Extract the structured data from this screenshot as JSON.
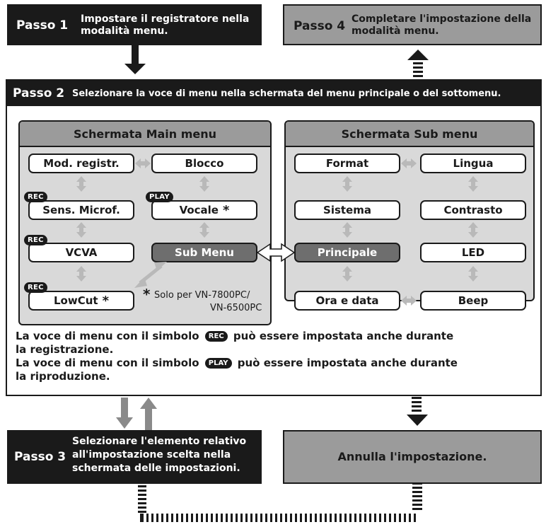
{
  "steps": {
    "step1": {
      "label": "Passo 1",
      "text_line1": "Impostare il registratore nella",
      "text_line2": "modalità menu."
    },
    "step4": {
      "label": "Passo 4",
      "text_line1": "Completare l'impostazione della",
      "text_line2": "modalità menu."
    },
    "step2": {
      "label": "Passo 2",
      "text": "Selezionare la voce di menu nella schermata del menu principale o del sottomenu."
    },
    "step3": {
      "label": "Passo 3",
      "text_line1": "Selezionare l'elemento relativo",
      "text_line2": "all'impostazione scelta nella",
      "text_line3": "schermata delle impostazioni."
    },
    "cancel": {
      "text": "Annulla l'impostazione."
    }
  },
  "main_menu": {
    "title": "Schermata Main menu",
    "items": {
      "mod_registr": "Mod. registr.",
      "blocco": "Blocco",
      "sens_microf": "Sens. Microf.",
      "vocale": "Vocale",
      "vcva": "VCVA",
      "sub_menu": "Sub Menu",
      "lowcut": "LowCut"
    },
    "asterisk": "*",
    "note_line1": "Solo per VN-7800PC/",
    "note_line2": "VN-6500PC"
  },
  "sub_menu": {
    "title": "Schermata Sub menu",
    "items": {
      "format": "Format",
      "lingua": "Lingua",
      "sistema": "Sistema",
      "contrasto": "Contrasto",
      "principale": "Principale",
      "led": "LED",
      "ora_e_data": "Ora e data",
      "beep": "Beep"
    }
  },
  "badges": {
    "rec": "REC",
    "play": "PLAY"
  },
  "footer": {
    "line1a": "La voce di menu con il simbolo",
    "line1b": "può essere impostata anche durante",
    "line2": "la registrazione.",
    "line3a": "La voce di menu con il simbolo",
    "line3b": "può essere impostata anche durante",
    "line4": "la riproduzione."
  },
  "colors": {
    "dark": "#1a1a1a",
    "grey": "#9b9b9b",
    "light_grey": "#d9d9d9",
    "arrow_grey": "#b9b9b9"
  }
}
